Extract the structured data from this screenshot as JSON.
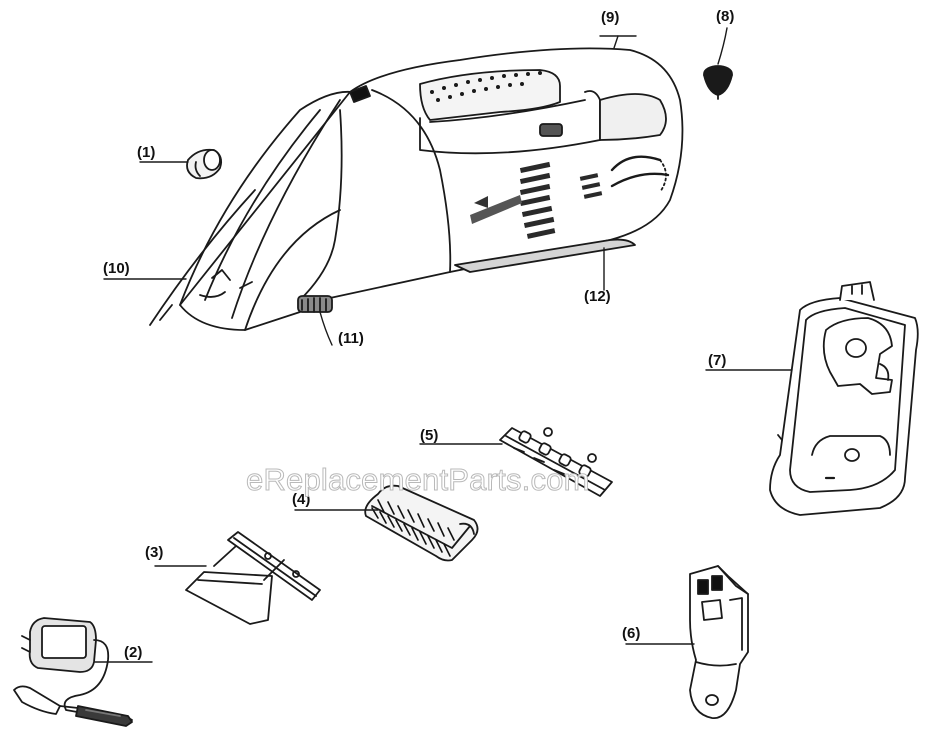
{
  "callouts": {
    "c1": "(1)",
    "c2": "(2)",
    "c3": "(3)",
    "c4": "(4)",
    "c5": "(5)",
    "c6": "(6)",
    "c7": "(7)",
    "c8": "(8)",
    "c9": "(9)",
    "c10": "(10)",
    "c11": "(11)",
    "c12": "(12)"
  },
  "watermark": "eReplacementParts.com",
  "colors": {
    "line": "#1a1a1a",
    "background": "#ffffff",
    "shade": "#cfcfcf"
  }
}
